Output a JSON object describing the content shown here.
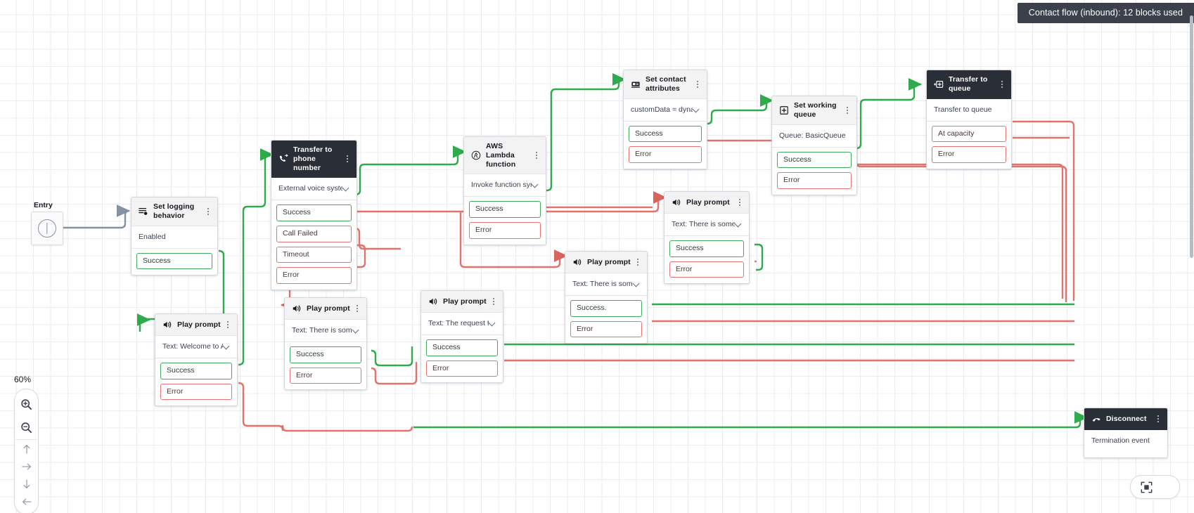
{
  "banner": {
    "text": "Contact flow (inbound): 12 blocks used"
  },
  "entry": {
    "label": "Entry",
    "icon": "entry-circle-icon"
  },
  "zoom": {
    "level": "60%",
    "zoom_in_icon": "zoom-in-icon",
    "zoom_out_icon": "zoom-out-icon",
    "pan_up_icon": "arrow-up-icon",
    "pan_right_icon": "arrow-right-icon",
    "pan_down_icon": "arrow-down-icon",
    "pan_left_icon": "arrow-left-icon"
  },
  "fitbar": {
    "fit_icon": "fit-to-screen-icon",
    "collapse_icon": "triangle-up-icon"
  },
  "nodes": [
    {
      "id": "set-logging-behavior",
      "title": "Set logging behavior",
      "icon": "logging-icon",
      "dark": false,
      "body": "Enabled",
      "has_chevron": false,
      "ports": [
        {
          "label": "Success",
          "type": "ok"
        }
      ]
    },
    {
      "id": "play-prompt-welcome",
      "title": "Play prompt",
      "icon": "speaker-icon",
      "dark": false,
      "body": "Text: Welcome to Amazo...",
      "has_chevron": true,
      "ports": [
        {
          "label": "Success",
          "type": "ok"
        },
        {
          "label": "Error",
          "type": "err"
        }
      ]
    },
    {
      "id": "transfer-to-phone-number",
      "title": "Transfer to phone number",
      "icon": "phone-transfer-icon",
      "dark": true,
      "body": "External voice system: ba...",
      "has_chevron": true,
      "ports": [
        {
          "label": "Success",
          "type": "ok"
        },
        {
          "label": "Call Failed",
          "type": "err"
        },
        {
          "label": "Timeout",
          "type": "err"
        },
        {
          "label": "Error",
          "type": "err"
        }
      ]
    },
    {
      "id": "aws-lambda-function",
      "title": "AWS Lambda function",
      "icon": "lambda-icon",
      "dark": false,
      "body": "Invoke function sync: kor...",
      "has_chevron": true,
      "ports": [
        {
          "label": "Success",
          "type": "ok"
        },
        {
          "label": "Error",
          "type": "err"
        }
      ]
    },
    {
      "id": "set-contact-attributes",
      "title": "Set contact attributes",
      "icon": "attributes-icon",
      "dark": false,
      "body": "customData = dynamic($....",
      "has_chevron": true,
      "ports": [
        {
          "label": "Success",
          "type": "ok"
        },
        {
          "label": "Error",
          "type": "err"
        }
      ]
    },
    {
      "id": "set-working-queue",
      "title": "Set working queue",
      "icon": "queue-icon",
      "dark": false,
      "body": "Queue: BasicQueue",
      "has_chevron": false,
      "ports": [
        {
          "label": "Success",
          "type": "ok"
        },
        {
          "label": "Error",
          "type": "err"
        }
      ]
    },
    {
      "id": "transfer-to-queue",
      "title": "Transfer to queue",
      "icon": "transfer-queue-icon",
      "dark": true,
      "body": "Transfer to queue",
      "has_chevron": false,
      "ports": [
        {
          "label": "At capacity",
          "type": "err"
        },
        {
          "label": "Error",
          "type": "err"
        }
      ]
    },
    {
      "id": "play-prompt-error-right",
      "title": "Play prompt",
      "icon": "speaker-icon",
      "dark": false,
      "body": "Text: There is some error...",
      "has_chevron": true,
      "ports": [
        {
          "label": "Success",
          "type": "ok"
        },
        {
          "label": "Error",
          "type": "err"
        }
      ]
    },
    {
      "id": "play-prompt-issue",
      "title": "Play prompt",
      "icon": "speaker-icon",
      "dark": false,
      "body": "Text: There is some issue...",
      "has_chevron": true,
      "ports": [
        {
          "label": "Success.",
          "type": "ok"
        },
        {
          "label": "Error",
          "type": "err"
        }
      ]
    },
    {
      "id": "play-prompt-error-left",
      "title": "Play prompt",
      "icon": "speaker-icon",
      "dark": false,
      "body": "Text: There is some error...",
      "has_chevron": true,
      "ports": [
        {
          "label": "Success",
          "type": "ok"
        },
        {
          "label": "Error",
          "type": "err"
        }
      ]
    },
    {
      "id": "play-prompt-request",
      "title": "Play prompt",
      "icon": "speaker-icon",
      "dark": false,
      "body": "Text: The request to exte...",
      "has_chevron": true,
      "ports": [
        {
          "label": "Success",
          "type": "ok"
        },
        {
          "label": "Error",
          "type": "err"
        }
      ]
    },
    {
      "id": "disconnect",
      "title": "Disconnect",
      "icon": "disconnect-icon",
      "dark": true,
      "body": "Termination event",
      "has_chevron": false,
      "ports": []
    }
  ],
  "colors": {
    "success_wire": "#2faa4c",
    "error_wire": "#e0736c",
    "entry_wire": "#8691a3",
    "dark_header": "#2a2e37",
    "banner_bg": "#3b404b",
    "grid": "#eaecef"
  }
}
